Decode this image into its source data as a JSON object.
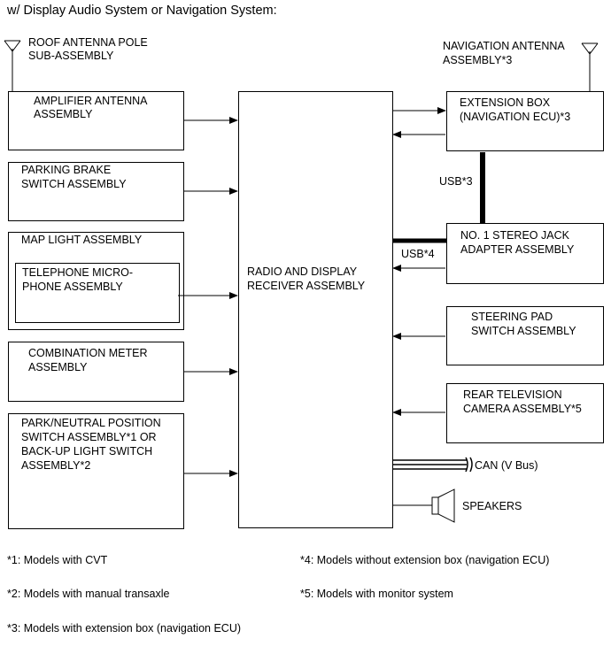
{
  "header": "w/ Display Audio System or Navigation System:",
  "antennas": {
    "roof": [
      "ROOF ANTENNA POLE",
      "SUB-ASSEMBLY"
    ],
    "navigation": [
      "NAVIGATION ANTENNA",
      "ASSEMBLY*3"
    ]
  },
  "left_boxes": {
    "amplifier": [
      "AMPLIFIER ANTENNA",
      "ASSEMBLY"
    ],
    "parking_brake": [
      "PARKING BRAKE",
      "SWITCH ASSEMBLY"
    ],
    "map_light": "MAP LIGHT ASSEMBLY",
    "microphone": [
      "TELEPHONE MICRO-",
      "PHONE ASSEMBLY"
    ],
    "combination_meter": [
      "COMBINATION METER",
      "ASSEMBLY"
    ],
    "park_neutral": [
      "PARK/NEUTRAL POSITION",
      "SWITCH ASSEMBLY*1 OR",
      "BACK-UP LIGHT SWITCH",
      "ASSEMBLY*2"
    ]
  },
  "center_box": [
    "RADIO AND DISPLAY",
    "RECEIVER ASSEMBLY"
  ],
  "right_boxes": {
    "extension_box": [
      "EXTENSION BOX",
      "(NAVIGATION ECU)*3"
    ],
    "stereo_jack": [
      "NO. 1 STEREO JACK",
      "ADAPTER ASSEMBLY"
    ],
    "steering_pad": [
      "STEERING PAD",
      "SWITCH ASSEMBLY"
    ],
    "rear_camera": [
      "REAR TELEVISION",
      "CAMERA ASSEMBLY*5"
    ]
  },
  "wire_labels": {
    "usb3": "USB*3",
    "usb4": "USB*4",
    "can": "CAN (V Bus)",
    "speakers": "SPEAKERS"
  },
  "notes": [
    "*1: Models with CVT",
    "*4: Models without extension box (navigation ECU)",
    "*2: Models with manual transaxle",
    "*5: Models with monitor system",
    "*3: Models with extension box (navigation ECU)"
  ]
}
